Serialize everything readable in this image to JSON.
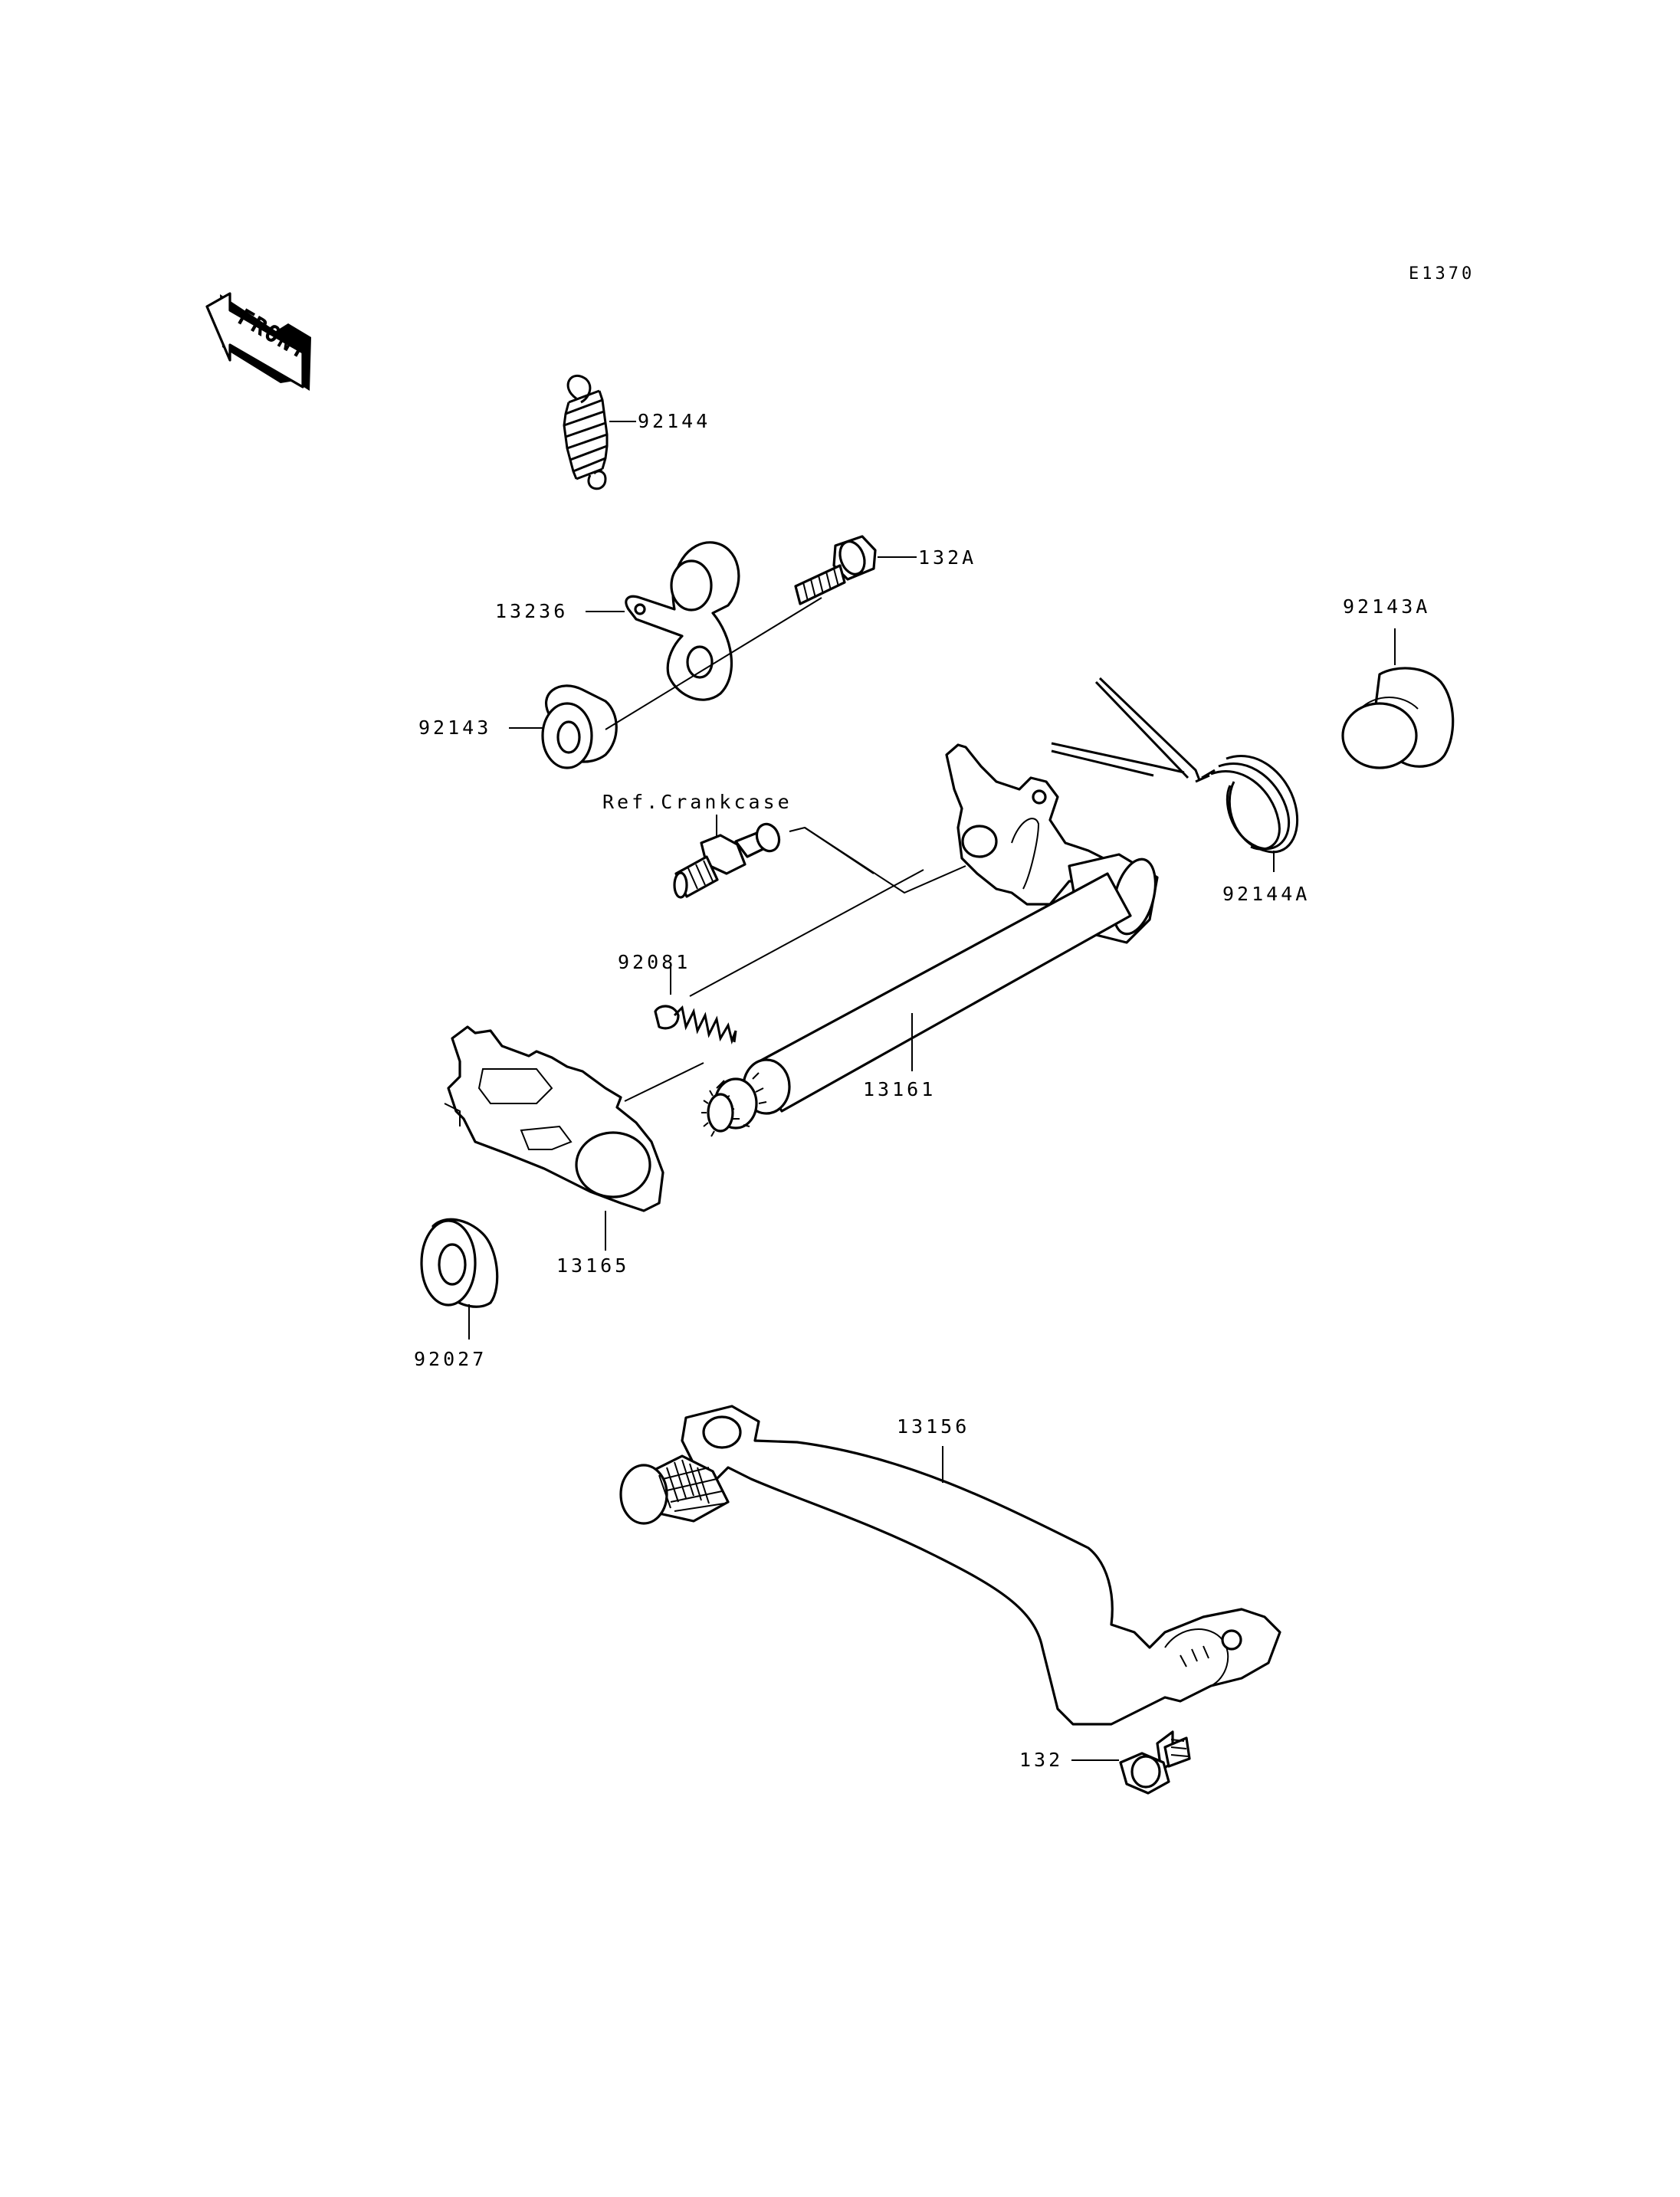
{
  "diagram": {
    "code": "E1370",
    "front_label": "FRONT",
    "reference_label": "Ref.Crankcase",
    "callouts": {
      "p92144": "92144",
      "p132A": "132A",
      "p13236": "13236",
      "p92143": "92143",
      "p92143A": "92143A",
      "p92144A": "92144A",
      "p92081": "92081",
      "p13161": "13161",
      "p13165": "13165",
      "p92027": "92027",
      "p13156": "13156",
      "p132": "132"
    }
  }
}
